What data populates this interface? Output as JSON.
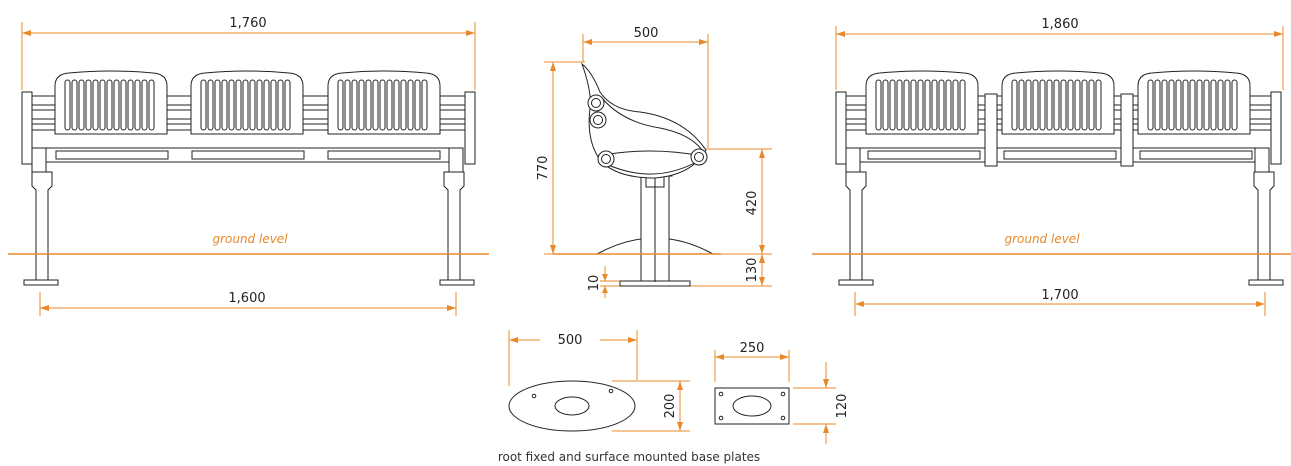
{
  "colors": {
    "dimension": "#e8892b",
    "outline": "#222222",
    "background": "#ffffff"
  },
  "front_left": {
    "top_width": "1,760",
    "base_width": "1,600",
    "ground_label": "ground level"
  },
  "side": {
    "depth": "500",
    "height": "770",
    "seat_height": "420",
    "below_ground": "130",
    "plate_thickness": "10"
  },
  "front_right": {
    "top_width": "1,860",
    "base_width": "1,700",
    "ground_label": "ground level"
  },
  "plates": {
    "oval_width": "500",
    "oval_height": "200",
    "rect_width": "250",
    "rect_height": "120",
    "caption": "root fixed and surface mounted base plates"
  }
}
